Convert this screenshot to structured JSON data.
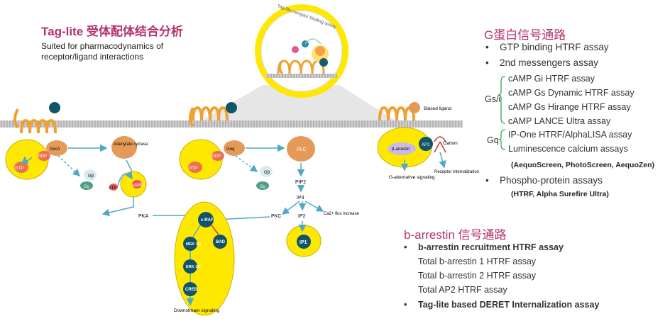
{
  "left": {
    "title": "Tag-lite 受体配体结合分析",
    "subtitle": "Suited for pharmacodynamics of receptor/ligand interactions"
  },
  "inset": {
    "label": "Tag-lite receptor binding assay"
  },
  "pathway1": {
    "galpha": "Gαs/i",
    "gdp": "GDP",
    "gtp": "GTP",
    "adenylate": "Adenylate cyclase",
    "gb": "Gβ",
    "gg": "Gγ",
    "atp": "ATP",
    "camp": "cAMP",
    "pka": "PKA"
  },
  "pathway2": {
    "galpha": "Gαq",
    "gdp": "GDP",
    "gtp": "GTP",
    "plc": "PLC",
    "gb": "Gβ",
    "gg": "Gγ",
    "pip2": "PIP2",
    "ip3": "IP3",
    "pkc": "PKC",
    "ip2": "IP2",
    "ca": "Ca2+ flux increase",
    "ip1": "IP1"
  },
  "cascade": {
    "craf": "c-RAF",
    "mek": "MEK 1/2",
    "bad": "BAD",
    "erk": "ERK 1/2",
    "creb": "CREB",
    "downstream": "Downstream signaling"
  },
  "biased": {
    "ligand": "Biased ligand",
    "barrestin": "β-arrestin",
    "ap2": "AP2",
    "clathrin": "Clathrin",
    "galt": "G-alternative signaling",
    "internal": "Receptor internalization"
  },
  "g_section": {
    "title": "G蛋白信号通路",
    "gtp": "GTP binding HTRF assay",
    "second": "2nd messengers assay",
    "gsi_label": "Gs/i",
    "gsi_items": [
      "cAMP Gi HTRF assay",
      "cAMP Gs Dynamic HTRF assay",
      "cAMP Gs Hirange HTRF assay",
      "cAMP LANCE Ultra assay"
    ],
    "gq_label": "Gq",
    "gq_items": [
      "IP-One HTRF/AlphaLISA assay",
      "Luminescence calcium assays"
    ],
    "gq_note": "(AequoScreen, PhotoScreen, AequoZen)",
    "phospho": "Phospho-protein assays",
    "phospho_note": "(HTRF, Alpha Surefire Ultra)"
  },
  "b_section": {
    "title": "b-arrestin 信号通路",
    "recruit": "b-arrestin recruitment HTRF assay",
    "items": [
      "Total b-arrestin 1 HTRF assay",
      "Total b-arrestin 2 HTRF assay",
      "Total AP2 HTRF assay"
    ],
    "deret": "Tag-lite based DERET Internalization assay"
  }
}
